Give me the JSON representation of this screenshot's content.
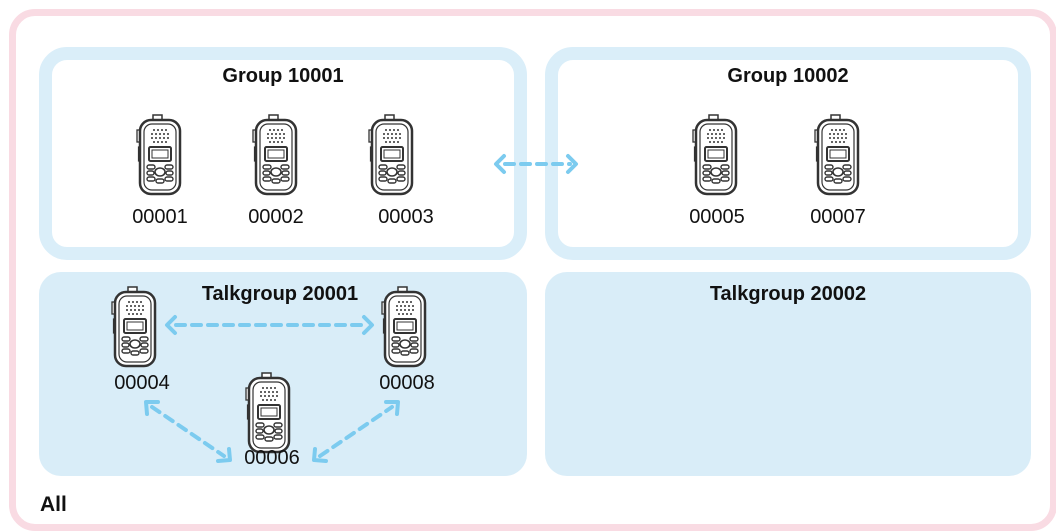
{
  "scope_label": "All",
  "groups": [
    {
      "title": "Group 10001",
      "radios": [
        "00001",
        "00002",
        "00003"
      ]
    },
    {
      "title": "Group 10002",
      "radios": [
        "00005",
        "00007"
      ]
    }
  ],
  "talkgroups": [
    {
      "title": "Talkgroup 20001",
      "radios": [
        "00004",
        "00008",
        "00006"
      ]
    },
    {
      "title": "Talkgroup 20002",
      "radios": []
    }
  ],
  "colors": {
    "outer_border": "#f9dbe3",
    "group_ring": "#daeef9",
    "talkgroup_fill": "#d9edf8",
    "link_arrow": "#7ccbef"
  }
}
